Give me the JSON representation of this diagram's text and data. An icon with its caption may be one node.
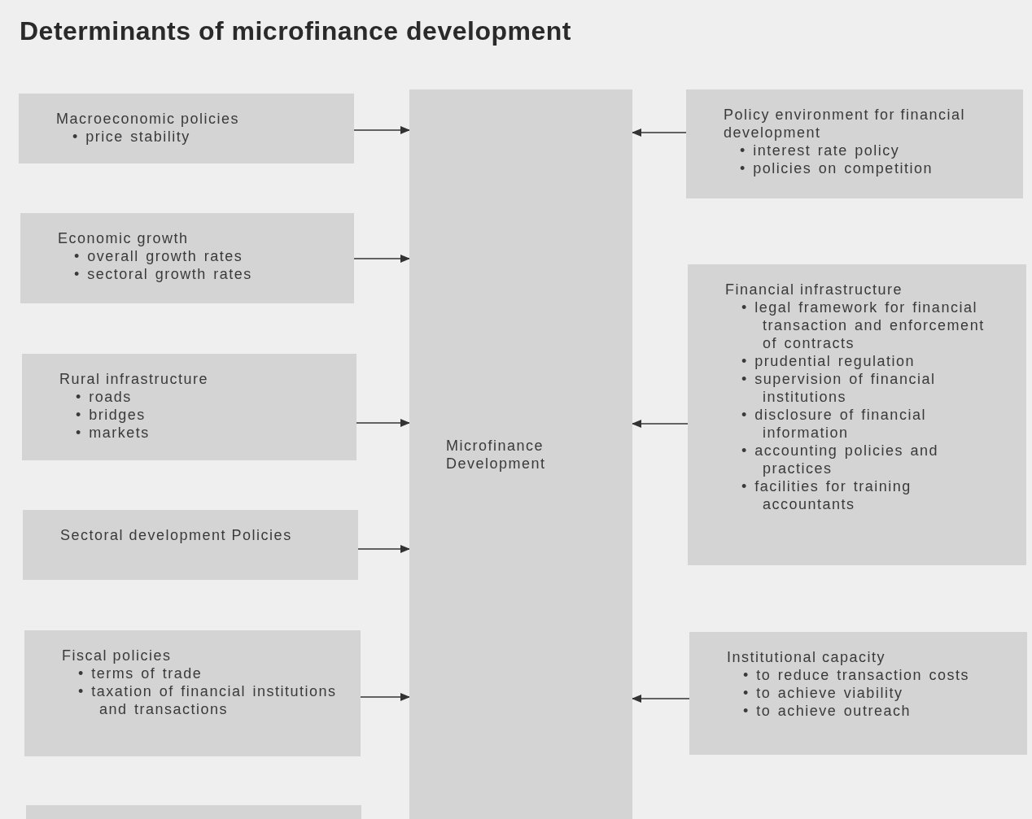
{
  "diagram": {
    "title": "Determinants of microfinance development",
    "nodes": [
      {
        "text": [
          "Macroeconomic policies",
          "• price stability"
        ]
      },
      {
        "text": [
          "Economic growth",
          "• overall growth rates",
          "• sectoral growth rates"
        ]
      },
      {
        "text": [
          "Rural infrastructure",
          "• roads",
          "• bridges",
          "• markets"
        ]
      },
      {
        "text": [
          "Sectoral development Policies"
        ]
      },
      {
        "text": [
          "Fiscal policies",
          "• terms of trade",
          "• taxation of financial institutions and transactions"
        ]
      },
      {
        "text": [],
        "shape": "box"
      },
      {
        "text": [
          "Microfinance Development"
        ]
      },
      {
        "text": [
          "Policy environment for financial development",
          "• interest rate policy",
          "• policies on competition"
        ]
      },
      {
        "text": [
          "Financial infrastructure",
          "• legal framework for financial transaction and enforcement of contracts",
          "• prudential regulation",
          "• supervision of financial institutions",
          "• disclosure of financial information",
          "• accounting policies and practices",
          "• facilities for training accountants"
        ]
      },
      {
        "text": [
          "Institutional capacity",
          "• to reduce transaction costs",
          "• to achieve viability",
          "• to achieve outreach"
        ]
      }
    ],
    "edges": [
      {
        "from": 0,
        "to": 6,
        "arrow": "to"
      },
      {
        "from": 1,
        "to": 6,
        "arrow": "to"
      },
      {
        "from": 2,
        "to": 6,
        "arrow": "to"
      },
      {
        "from": 3,
        "to": 6,
        "arrow": "to"
      },
      {
        "from": 4,
        "to": 6,
        "arrow": "to"
      },
      {
        "from": 7,
        "to": 6,
        "arrow": "to"
      },
      {
        "from": 8,
        "to": 6,
        "arrow": "to"
      },
      {
        "from": 9,
        "to": 6,
        "arrow": "to"
      }
    ]
  }
}
